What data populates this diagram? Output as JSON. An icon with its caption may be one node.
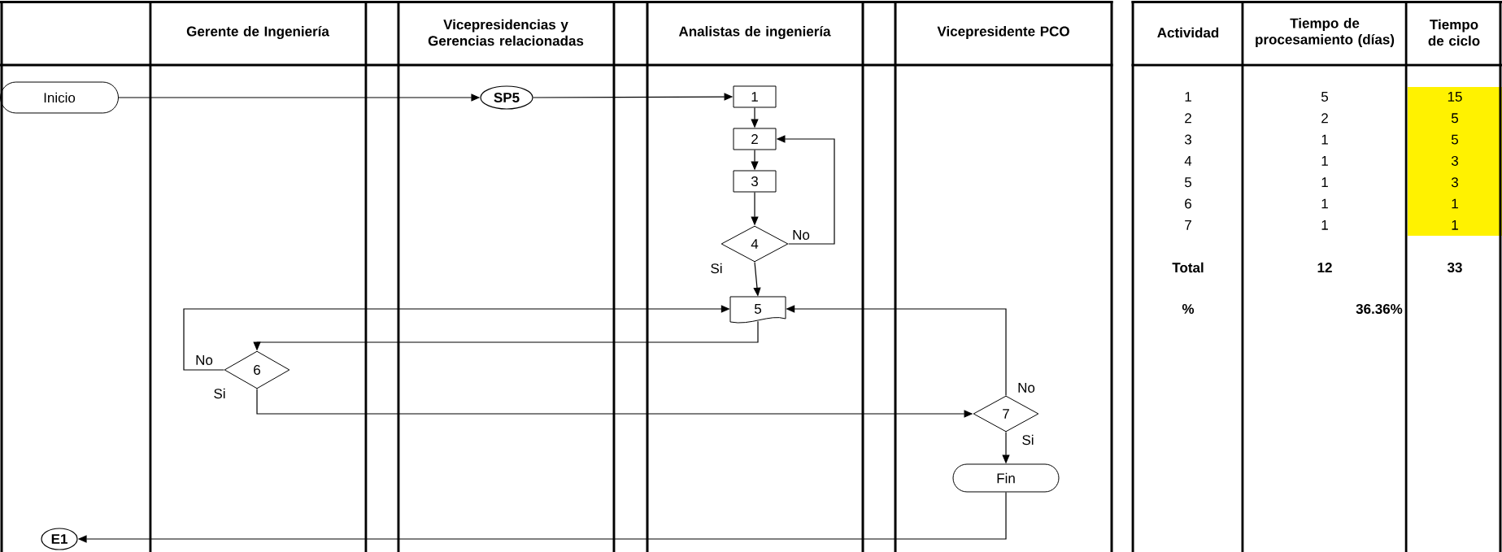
{
  "diagram": {
    "nodes": [
      {
        "text": [
          "Inicio"
        ]
      },
      {
        "text": [
          "SP5"
        ]
      },
      {
        "text": [
          "1"
        ]
      },
      {
        "text": [
          "2"
        ]
      },
      {
        "text": [
          "3"
        ]
      },
      {
        "text": [
          "4"
        ]
      },
      {
        "text": [
          "5"
        ]
      },
      {
        "text": [
          "6"
        ]
      },
      {
        "text": [
          "7"
        ]
      },
      {
        "text": [
          "Fin"
        ]
      },
      {
        "text": [
          "E1"
        ]
      }
    ],
    "edges": [
      {
        "from": 0,
        "to": 1,
        "arrow": "to"
      },
      {
        "from": 1,
        "to": 2,
        "arrow": "to"
      },
      {
        "from": 2,
        "to": 3,
        "arrow": "to"
      },
      {
        "from": 3,
        "to": 4,
        "arrow": "to"
      },
      {
        "from": 4,
        "to": 5,
        "arrow": "to"
      },
      {
        "from": 5,
        "to": 3,
        "arrow": "to",
        "label": "No"
      },
      {
        "from": 5,
        "to": 6,
        "arrow": "to",
        "label": "Si"
      },
      {
        "from": 6,
        "to": 7,
        "arrow": "to"
      },
      {
        "from": 7,
        "to": 6,
        "arrow": "to",
        "label": "No"
      },
      {
        "from": 7,
        "to": 8,
        "arrow": "to",
        "label": "Si"
      },
      {
        "from": 8,
        "to": 6,
        "arrow": "to",
        "label": "No"
      },
      {
        "from": 8,
        "to": 9,
        "arrow": "to",
        "label": "Si"
      },
      {
        "from": 9,
        "to": 10,
        "arrow": "to"
      }
    ],
    "labels": [
      "Gerente de Ingeniería",
      "Vicepresidencias y Gerencias relacionadas",
      "Analistas de ingeniería",
      "Vicepresidente PCO",
      "Actividad",
      "Tiempo de procesamiento (días)",
      "Tiempo de ciclo",
      "1",
      "5",
      "15",
      "2",
      "2",
      "5",
      "3",
      "1",
      "5",
      "4",
      "1",
      "3",
      "5",
      "1",
      "3",
      "6",
      "1",
      "1",
      "7",
      "1",
      "1",
      "Total",
      "12",
      "33",
      "%",
      "36.36%"
    ]
  }
}
